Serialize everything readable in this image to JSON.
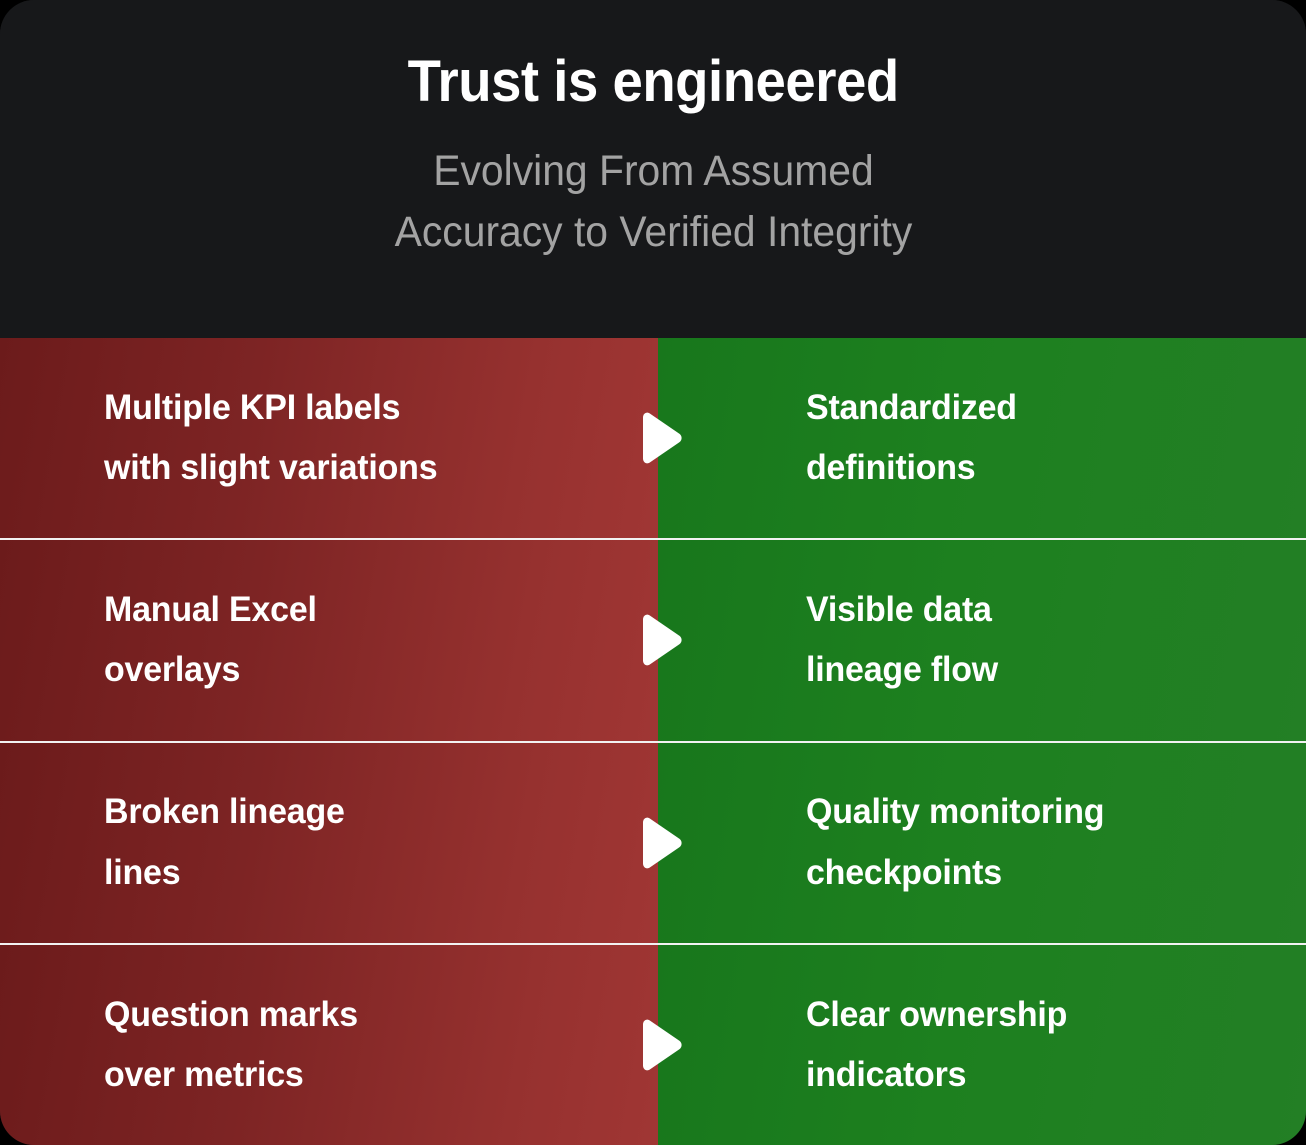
{
  "header": {
    "title": "Trust is engineered",
    "subtitle_lines": [
      "Evolving From Assumed",
      "Accuracy to Verified Integrity"
    ]
  },
  "colors": {
    "background": "#000000",
    "header_bg": "#17181a",
    "title_text": "#ffffff",
    "subtitle_text": "#a3a3a3",
    "before_gradient_start": "#6c1b1b",
    "before_gradient_end": "#a03634",
    "after_gradient_start": "#18771c",
    "after_gradient_end": "#237f25",
    "divider": "#f2f2f2",
    "arrow": "#ffffff"
  },
  "comparison_rows": [
    {
      "before_lines": [
        "Multiple KPI labels",
        "with slight variations"
      ],
      "arrow_icon": "play-triangle-right-icon",
      "after_lines": [
        "Standardized",
        "definitions"
      ]
    },
    {
      "before_lines": [
        "Manual Excel",
        "overlays"
      ],
      "arrow_icon": "play-triangle-right-icon",
      "after_lines": [
        "Visible data",
        "lineage flow"
      ]
    },
    {
      "before_lines": [
        "Broken lineage",
        "lines"
      ],
      "arrow_icon": "play-triangle-right-icon",
      "after_lines": [
        "Quality monitoring",
        "checkpoints"
      ]
    },
    {
      "before_lines": [
        "Question marks",
        "over metrics"
      ],
      "arrow_icon": "play-triangle-right-icon",
      "after_lines": [
        "Clear ownership",
        "indicators"
      ]
    }
  ]
}
